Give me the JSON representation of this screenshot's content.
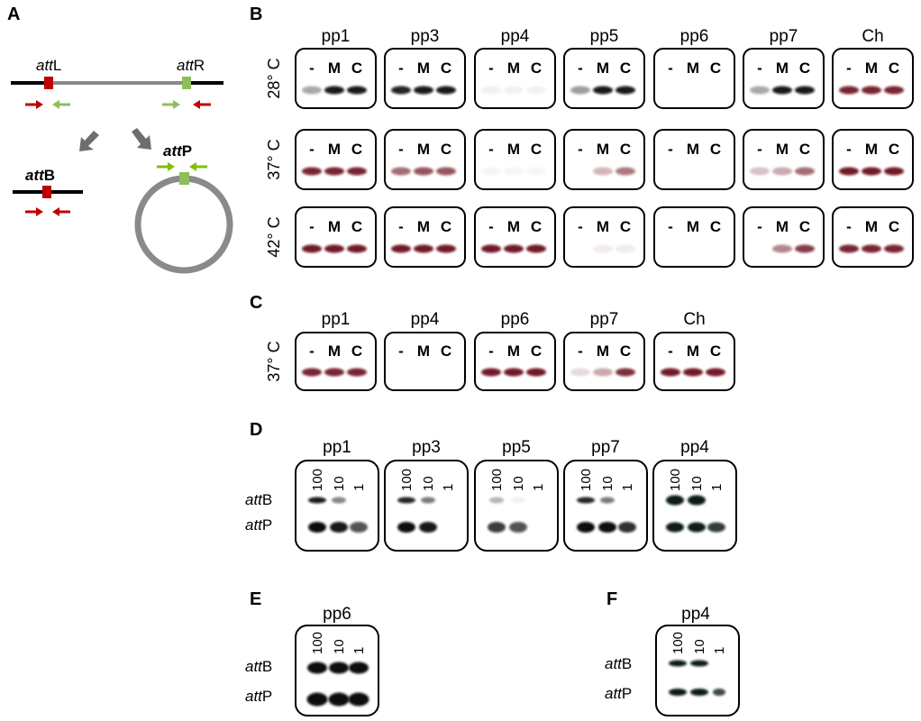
{
  "panels": {
    "A": {
      "label": "A",
      "attL_pre": "att",
      "attL_post": "L",
      "attR_pre": "att",
      "attR_post": "R",
      "attB_pre": "att",
      "attB_post": "B",
      "attP_pre": "att",
      "attP_post": "P",
      "colors": {
        "red": "#c00000",
        "green": "#8cbf5a",
        "line": "#000000",
        "gray": "#8a8a8a",
        "bright_green": "#7fbf00"
      }
    },
    "B": {
      "label": "B",
      "columns": [
        "pp1",
        "pp3",
        "pp4",
        "pp5",
        "pp6",
        "pp7",
        "Ch"
      ],
      "rows": [
        {
          "temp": "28° C",
          "lanes": [
            [
              "-",
              "M",
              "C"
            ],
            [
              "-",
              "M",
              "C"
            ],
            [
              "-",
              "M",
              "C"
            ],
            [
              "-",
              "M",
              "C"
            ],
            [
              "-",
              "M",
              "C"
            ],
            [
              "-",
              "M",
              "C"
            ],
            [
              "-",
              "M",
              "C"
            ]
          ]
        },
        {
          "temp": "37° C",
          "lanes": [
            [
              "-",
              "M",
              "C"
            ],
            [
              "-",
              "M",
              "C"
            ],
            [
              "-",
              "M",
              "C"
            ],
            [
              "-",
              "M",
              "C"
            ],
            [
              "-",
              "M",
              "C"
            ],
            [
              "-",
              "M",
              "C"
            ],
            [
              "-",
              "M",
              "C"
            ]
          ]
        },
        {
          "temp": "42° C",
          "lanes": [
            [
              "-",
              "M",
              "C"
            ],
            [
              "-",
              "M",
              "C"
            ],
            [
              "-",
              "M",
              "C"
            ],
            [
              "-",
              "M",
              "C"
            ],
            [
              "-",
              "M",
              "C"
            ],
            [
              "-",
              "M",
              "C"
            ],
            [
              "-",
              "M",
              "C"
            ]
          ]
        }
      ]
    },
    "C": {
      "label": "C",
      "columns": [
        "pp1",
        "pp4",
        "pp6",
        "pp7",
        "Ch"
      ],
      "temp": "37° C",
      "lanes": [
        "-",
        "M",
        "C"
      ]
    },
    "D": {
      "label": "D",
      "columns": [
        "pp1",
        "pp3",
        "pp5",
        "pp7",
        "pp4"
      ],
      "concentrations": [
        "100",
        "10",
        "1"
      ],
      "attB_pre": "att",
      "attB_post": "B",
      "attP_pre": "att",
      "attP_post": "P"
    },
    "E": {
      "label": "E",
      "column": "pp6",
      "concentrations": [
        "100",
        "10",
        "1"
      ],
      "attB_pre": "att",
      "attB_post": "B",
      "attP_pre": "att",
      "attP_post": "P"
    },
    "F": {
      "label": "F",
      "column": "pp4",
      "concentrations": [
        "100",
        "10",
        "1"
      ],
      "attB_pre": "att",
      "attB_post": "B",
      "attP_pre": "att",
      "attP_post": "P"
    }
  }
}
